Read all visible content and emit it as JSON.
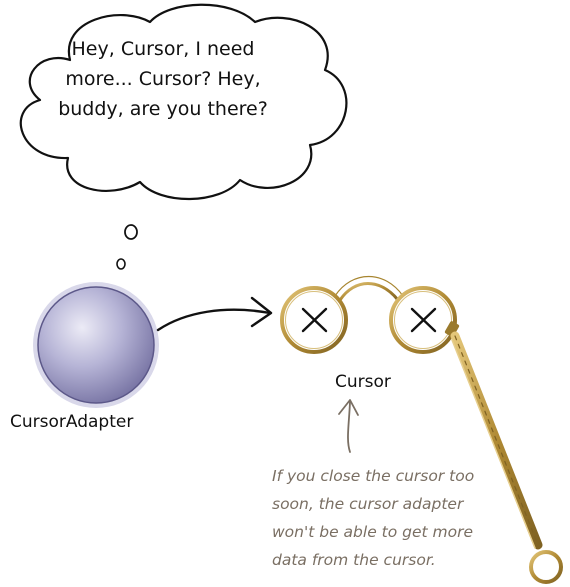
{
  "thought_bubble": {
    "lines": [
      "Hey, Cursor, I need",
      "more... Cursor? Hey,",
      "buddy, are you there?"
    ]
  },
  "cursor_adapter": {
    "label": "CursorAdapter"
  },
  "cursor": {
    "label": "Cursor"
  },
  "annotation": {
    "lines": [
      "If you close the cursor too",
      "soon, the cursor adapter",
      "won't be able to get more",
      "data from the cursor."
    ]
  },
  "colors": {
    "sphere": "#8a87b5",
    "sphere_glow": "#c9c7e0",
    "lorgnette_gold": "#b8963e",
    "annotation_text": "#7a6f63"
  }
}
